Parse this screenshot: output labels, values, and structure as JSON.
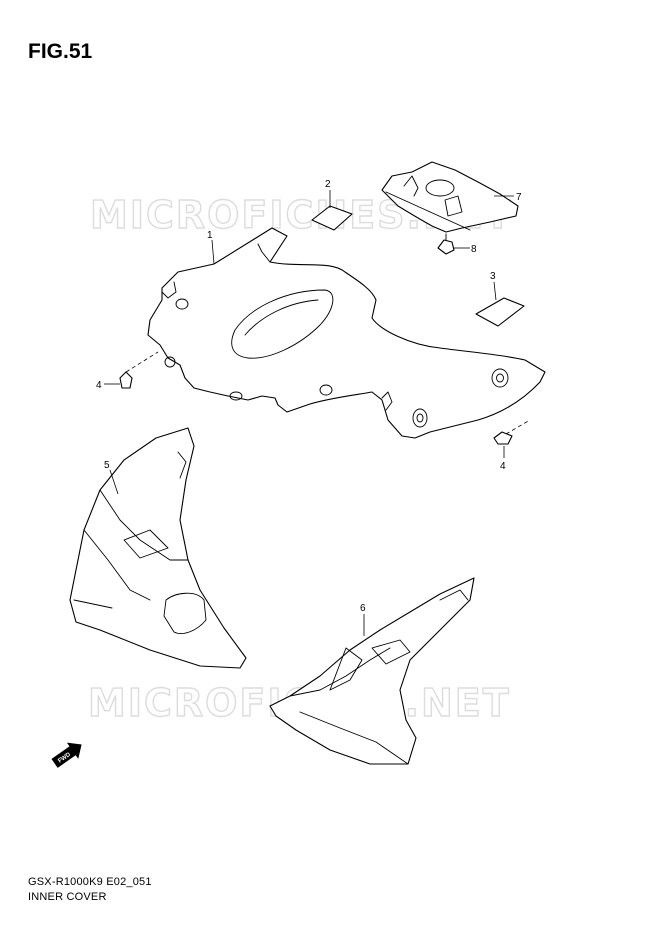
{
  "figure": {
    "title": "FIG.51",
    "code": "GSX-R1000K9 E02_051",
    "name": "INNER COVER"
  },
  "watermark": {
    "text": "MICROFICHES.NET"
  },
  "callouts": [
    {
      "id": "callout-1",
      "label": "1"
    },
    {
      "id": "callout-2",
      "label": "2"
    },
    {
      "id": "callout-3",
      "label": "3"
    },
    {
      "id": "callout-4a",
      "label": "4"
    },
    {
      "id": "callout-4b",
      "label": "4"
    },
    {
      "id": "callout-5",
      "label": "5"
    },
    {
      "id": "callout-6",
      "label": "6"
    },
    {
      "id": "callout-7",
      "label": "7"
    },
    {
      "id": "callout-8",
      "label": "8"
    }
  ],
  "fwd_badge": {
    "label": "FWD",
    "icon": "forward-arrow-icon"
  }
}
